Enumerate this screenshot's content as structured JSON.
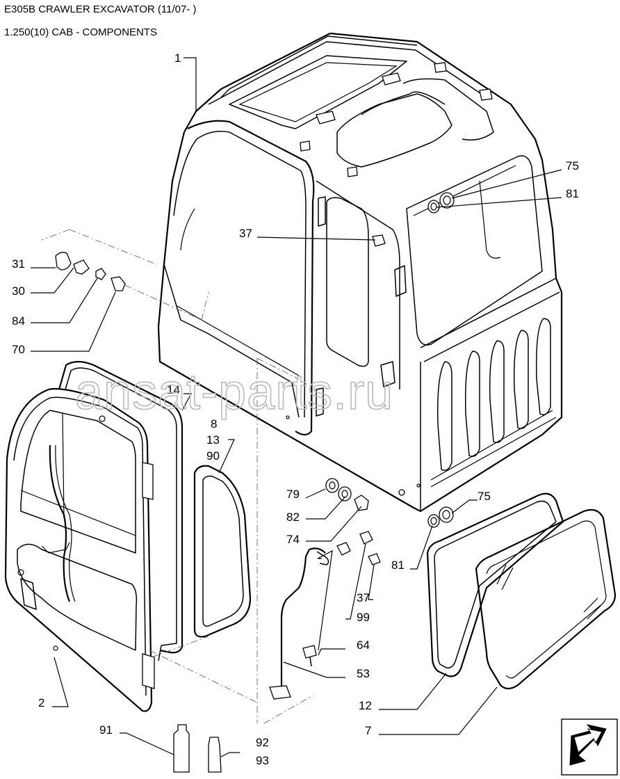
{
  "header": {
    "title": "E305B CRAWLER EXCAVATOR (11/07- )",
    "section": "1.250(10) CAB - COMPONENTS"
  },
  "watermark": "ansat-parts.ru",
  "callouts": [
    {
      "id": "c1",
      "text": "1"
    },
    {
      "id": "c75a",
      "text": "75"
    },
    {
      "id": "c81a",
      "text": "81"
    },
    {
      "id": "c37a",
      "text": "37"
    },
    {
      "id": "c31",
      "text": "31"
    },
    {
      "id": "c30",
      "text": "30"
    },
    {
      "id": "c84",
      "text": "84"
    },
    {
      "id": "c70",
      "text": "70"
    },
    {
      "id": "c14",
      "text": "14"
    },
    {
      "id": "c8",
      "text": "8"
    },
    {
      "id": "c13",
      "text": "13"
    },
    {
      "id": "c90",
      "text": "90"
    },
    {
      "id": "c79",
      "text": "79"
    },
    {
      "id": "c82",
      "text": "82"
    },
    {
      "id": "c74",
      "text": "74"
    },
    {
      "id": "c75b",
      "text": "75"
    },
    {
      "id": "c81b",
      "text": "81"
    },
    {
      "id": "c37b",
      "text": "37"
    },
    {
      "id": "c99",
      "text": "99"
    },
    {
      "id": "c64",
      "text": "64"
    },
    {
      "id": "c53",
      "text": "53"
    },
    {
      "id": "c2",
      "text": "2"
    },
    {
      "id": "c12",
      "text": "12"
    },
    {
      "id": "c7",
      "text": "7"
    },
    {
      "id": "c91",
      "text": "91"
    },
    {
      "id": "c92",
      "text": "92"
    },
    {
      "id": "c93",
      "text": "93"
    }
  ],
  "icons": {
    "corner": "next-page-arrow-icon"
  }
}
